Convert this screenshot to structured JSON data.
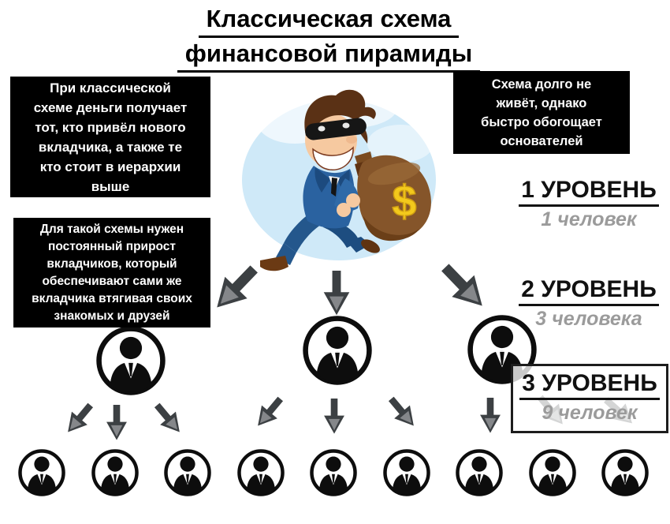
{
  "title": {
    "line1": "Классическая схема",
    "line2": "финансовой пирамиды"
  },
  "callouts": {
    "classic_rule": "При классической\nсхеме деньги получает\nтот, кто привёл нового\nвкладчика, а также те\nкто стоит в иерархии\nвыше",
    "growth_need": "Для такой схемы нужен\nпостоянный прирост\nвкладчиков, который\nобеспечивают сами же\nвкладчика втягивая своих\nзнакомых и друзей",
    "short_life": "Схема долго не\nживёт, однако\nбыстро обогощает\nоснователей"
  },
  "levels": [
    {
      "label": "1 УРОВЕНЬ",
      "sublabel": "1 человек",
      "count": 1
    },
    {
      "label": "2 УРОВЕНЬ",
      "sublabel": "3 человека",
      "count": 3
    },
    {
      "label": "3 УРОВЕНЬ",
      "sublabel": "9 человек",
      "count": 9
    }
  ],
  "illustration": {
    "bag_symbol": "$"
  },
  "icons": {
    "person": "person-in-circle-icon",
    "arrow": "down-arrow-icon",
    "thief": "thief-with-money-bag-icon"
  },
  "colors": {
    "callout_bg": "#000000",
    "callout_text": "#ffffff",
    "level_label": "#111111",
    "level_sublabel": "#9b9b9b",
    "arrow_gray": "#3c4043",
    "person_icon": "#0d0d0d",
    "suit_blue": "#2a62a0",
    "bag_brown": "#85552a",
    "dollar_yellow": "#f3c91c",
    "cloud_blue": "#cfe9f8"
  }
}
